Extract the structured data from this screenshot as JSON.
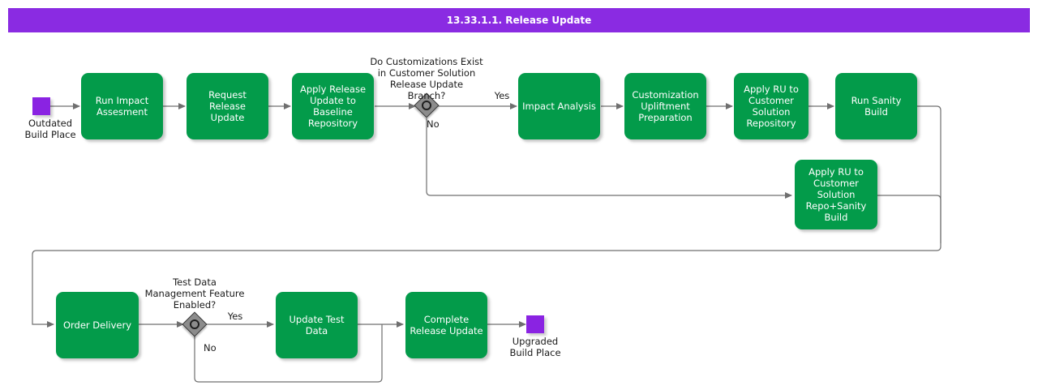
{
  "header": {
    "title": "13.33.1.1. Release Update",
    "bar_color": "#8a2be2",
    "text_color": "#ffffff"
  },
  "palette": {
    "task_green": "#039b4a",
    "event_purple": "#8a23e2",
    "gateway_gray": "#8c8c8c",
    "connector_gray": "#6f6f6f",
    "canvas_white": "#ffffff",
    "text_dark": "#1a1a1a"
  },
  "diagram": {
    "type": "bpmn-flowchart",
    "events": [
      {
        "id": "start",
        "label": "Outdated\nBuild Place",
        "kind": "start-event"
      },
      {
        "id": "end",
        "label": "Upgraded\nBuild Place",
        "kind": "end-event"
      }
    ],
    "tasks": [
      {
        "id": "t1",
        "label": "Run Impact\nAssesment"
      },
      {
        "id": "t2",
        "label": "Request Release\nUpdate"
      },
      {
        "id": "t3",
        "label": "Apply Release\nUpdate to\nBaseline\nRepository"
      },
      {
        "id": "t4",
        "label": "Impact Analysis"
      },
      {
        "id": "t5",
        "label": "Customization\nUpliftment\nPreparation"
      },
      {
        "id": "t6",
        "label": "Apply RU to\nCustomer\nSolution\nRepository"
      },
      {
        "id": "t7",
        "label": "Run Sanity Build"
      },
      {
        "id": "t8",
        "label": "Apply RU to\nCustomer\nSolution\nRepo+Sanity\nBuild"
      },
      {
        "id": "t9",
        "label": "Order Delivery"
      },
      {
        "id": "t10",
        "label": "Update Test\nData"
      },
      {
        "id": "t11",
        "label": "Complete\nRelease Update"
      }
    ],
    "gateways": [
      {
        "id": "g1",
        "question": "Do Customizations Exist\nin Customer Solution\nRelease Update Branch?",
        "yes_label": "Yes",
        "no_label": "No"
      },
      {
        "id": "g2",
        "question": "Test Data\nManagement Feature\nEnabled?",
        "yes_label": "Yes",
        "no_label": "No"
      }
    ]
  }
}
